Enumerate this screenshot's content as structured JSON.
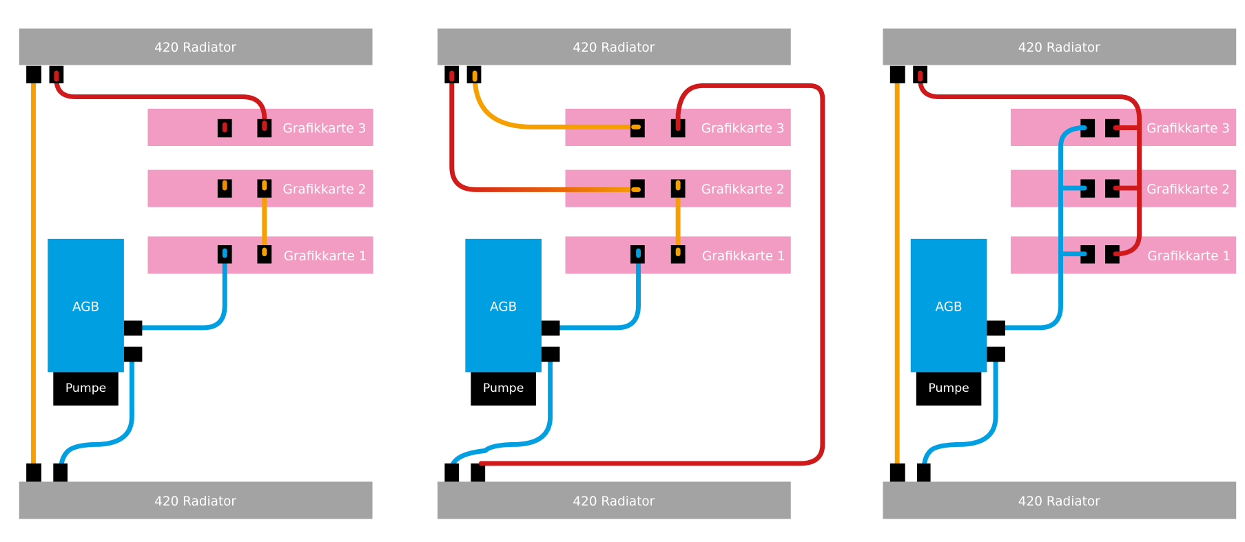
{
  "colors": {
    "radiator": "#a3a3a3",
    "gpu": "#f29bc3",
    "reservoir": "#009fe1",
    "pump": "#000000",
    "port": "#000000",
    "hot": "#d0191b",
    "warm": "#f6a000",
    "cold": "#009fe1",
    "text": "#ffffff"
  },
  "panels": [
    {
      "id": "loop-serial",
      "radiator_top": "420 Radiator",
      "radiator_bottom": "420 Radiator",
      "gpus": [
        "Grafikkarte 3",
        "Grafikkarte 2",
        "Grafikkarte 1"
      ],
      "reservoir": "AGB",
      "pump": "Pumpe"
    },
    {
      "id": "loop-mixed",
      "radiator_top": "420 Radiator",
      "radiator_bottom": "420 Radiator",
      "gpus": [
        "Grafikkarte 3",
        "Grafikkarte 2",
        "Grafikkarte 1"
      ],
      "reservoir": "AGB",
      "pump": "Pumpe"
    },
    {
      "id": "loop-parallel",
      "radiator_top": "420 Radiator",
      "radiator_bottom": "420 Radiator",
      "gpus": [
        "Grafikkarte 3",
        "Grafikkarte 2",
        "Grafikkarte 1"
      ],
      "reservoir": "AGB",
      "pump": "Pumpe"
    }
  ]
}
